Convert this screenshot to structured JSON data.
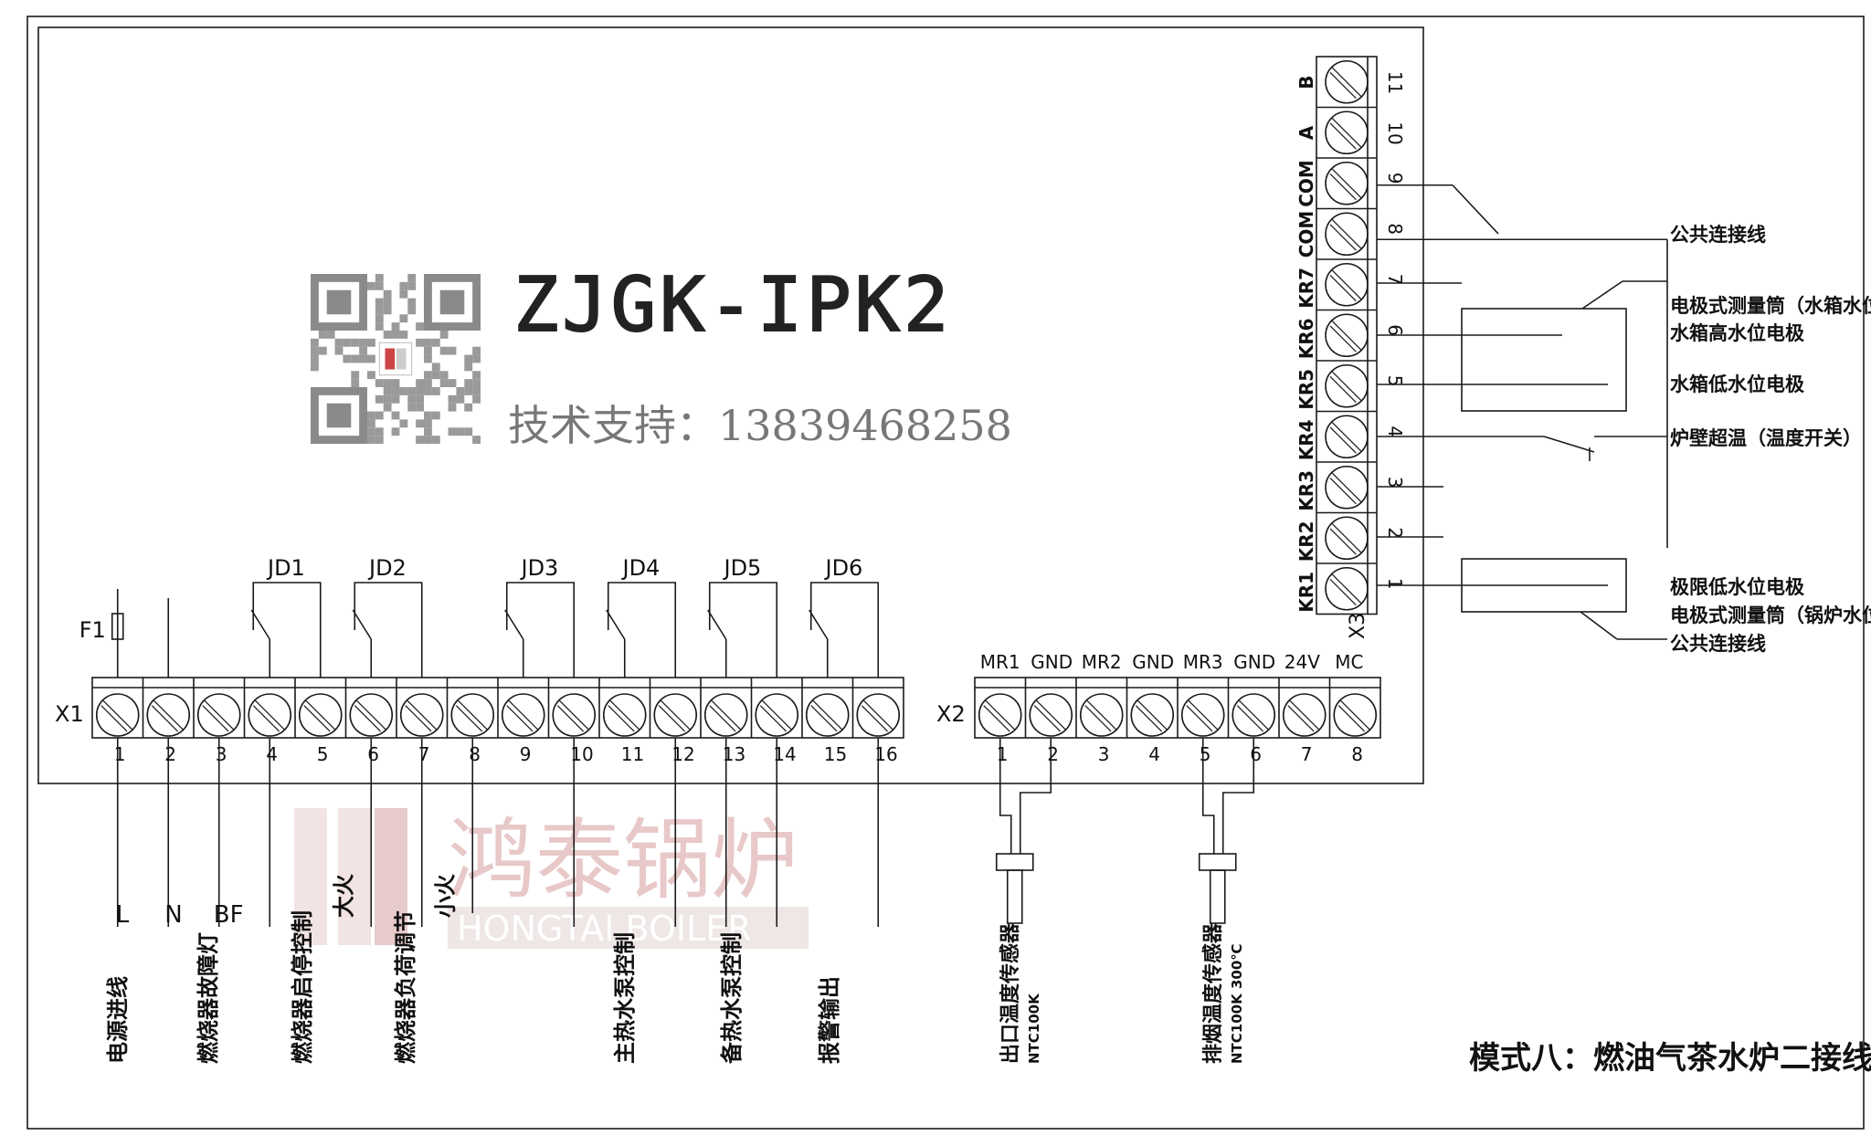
{
  "model": "ZJGK-IPK2",
  "support_text": "技术支持：13839468258",
  "diagram_title": "模式八：燃油气茶水炉二接线图",
  "watermark": {
    "cn": "鸿泰锅炉",
    "en": "HONGTAI BOILER"
  },
  "fuse_label": "F1",
  "x1": {
    "label": "X1",
    "numbers": [
      "1",
      "2",
      "3",
      "4",
      "5",
      "6",
      "7",
      "8",
      "9",
      "10",
      "11",
      "12",
      "13",
      "14",
      "15",
      "16"
    ],
    "relays": [
      "JD1",
      "JD2",
      "JD3",
      "JD4",
      "JD5",
      "JD6"
    ],
    "wire_letters": [
      "L",
      "N",
      "BF"
    ],
    "fire_labels": [
      "大火",
      "小火"
    ],
    "functions": [
      "电源进线",
      "燃烧器故障灯",
      "燃烧器启停控制",
      "燃烧器负荷调节",
      "主热水泵控制",
      "备热水泵控制",
      "报警输出"
    ]
  },
  "x2": {
    "label": "X2",
    "tops": [
      "MR1",
      "GND",
      "MR2",
      "GND",
      "MR3",
      "GND",
      "24V",
      "MC"
    ],
    "numbers": [
      "1",
      "2",
      "3",
      "4",
      "5",
      "6",
      "7",
      "8"
    ],
    "sensors": [
      {
        "name": "出口温度传感器",
        "spec": "NTC100K"
      },
      {
        "name": "排烟温度传感器",
        "spec": "NTC100K 300℃"
      }
    ]
  },
  "x3": {
    "label": "X3",
    "terminals": [
      {
        "num": "11",
        "name": "B"
      },
      {
        "num": "10",
        "name": "A"
      },
      {
        "num": "9",
        "name": "COM"
      },
      {
        "num": "8",
        "name": "COM"
      },
      {
        "num": "7",
        "name": "KR7"
      },
      {
        "num": "6",
        "name": "KR6"
      },
      {
        "num": "5",
        "name": "KR5"
      },
      {
        "num": "4",
        "name": "KR4"
      },
      {
        "num": "3",
        "name": "KR3"
      },
      {
        "num": "2",
        "name": "KR2"
      },
      {
        "num": "1",
        "name": "KR1"
      }
    ],
    "notes": [
      "公共连接线",
      "电极式测量筒（水箱水位）",
      "水箱高水位电极",
      "水箱低水位电极",
      "炉壁超温（温度开关）",
      "极限低水位电极",
      "电极式测量筒（锅炉水位）",
      "公共连接线"
    ]
  }
}
